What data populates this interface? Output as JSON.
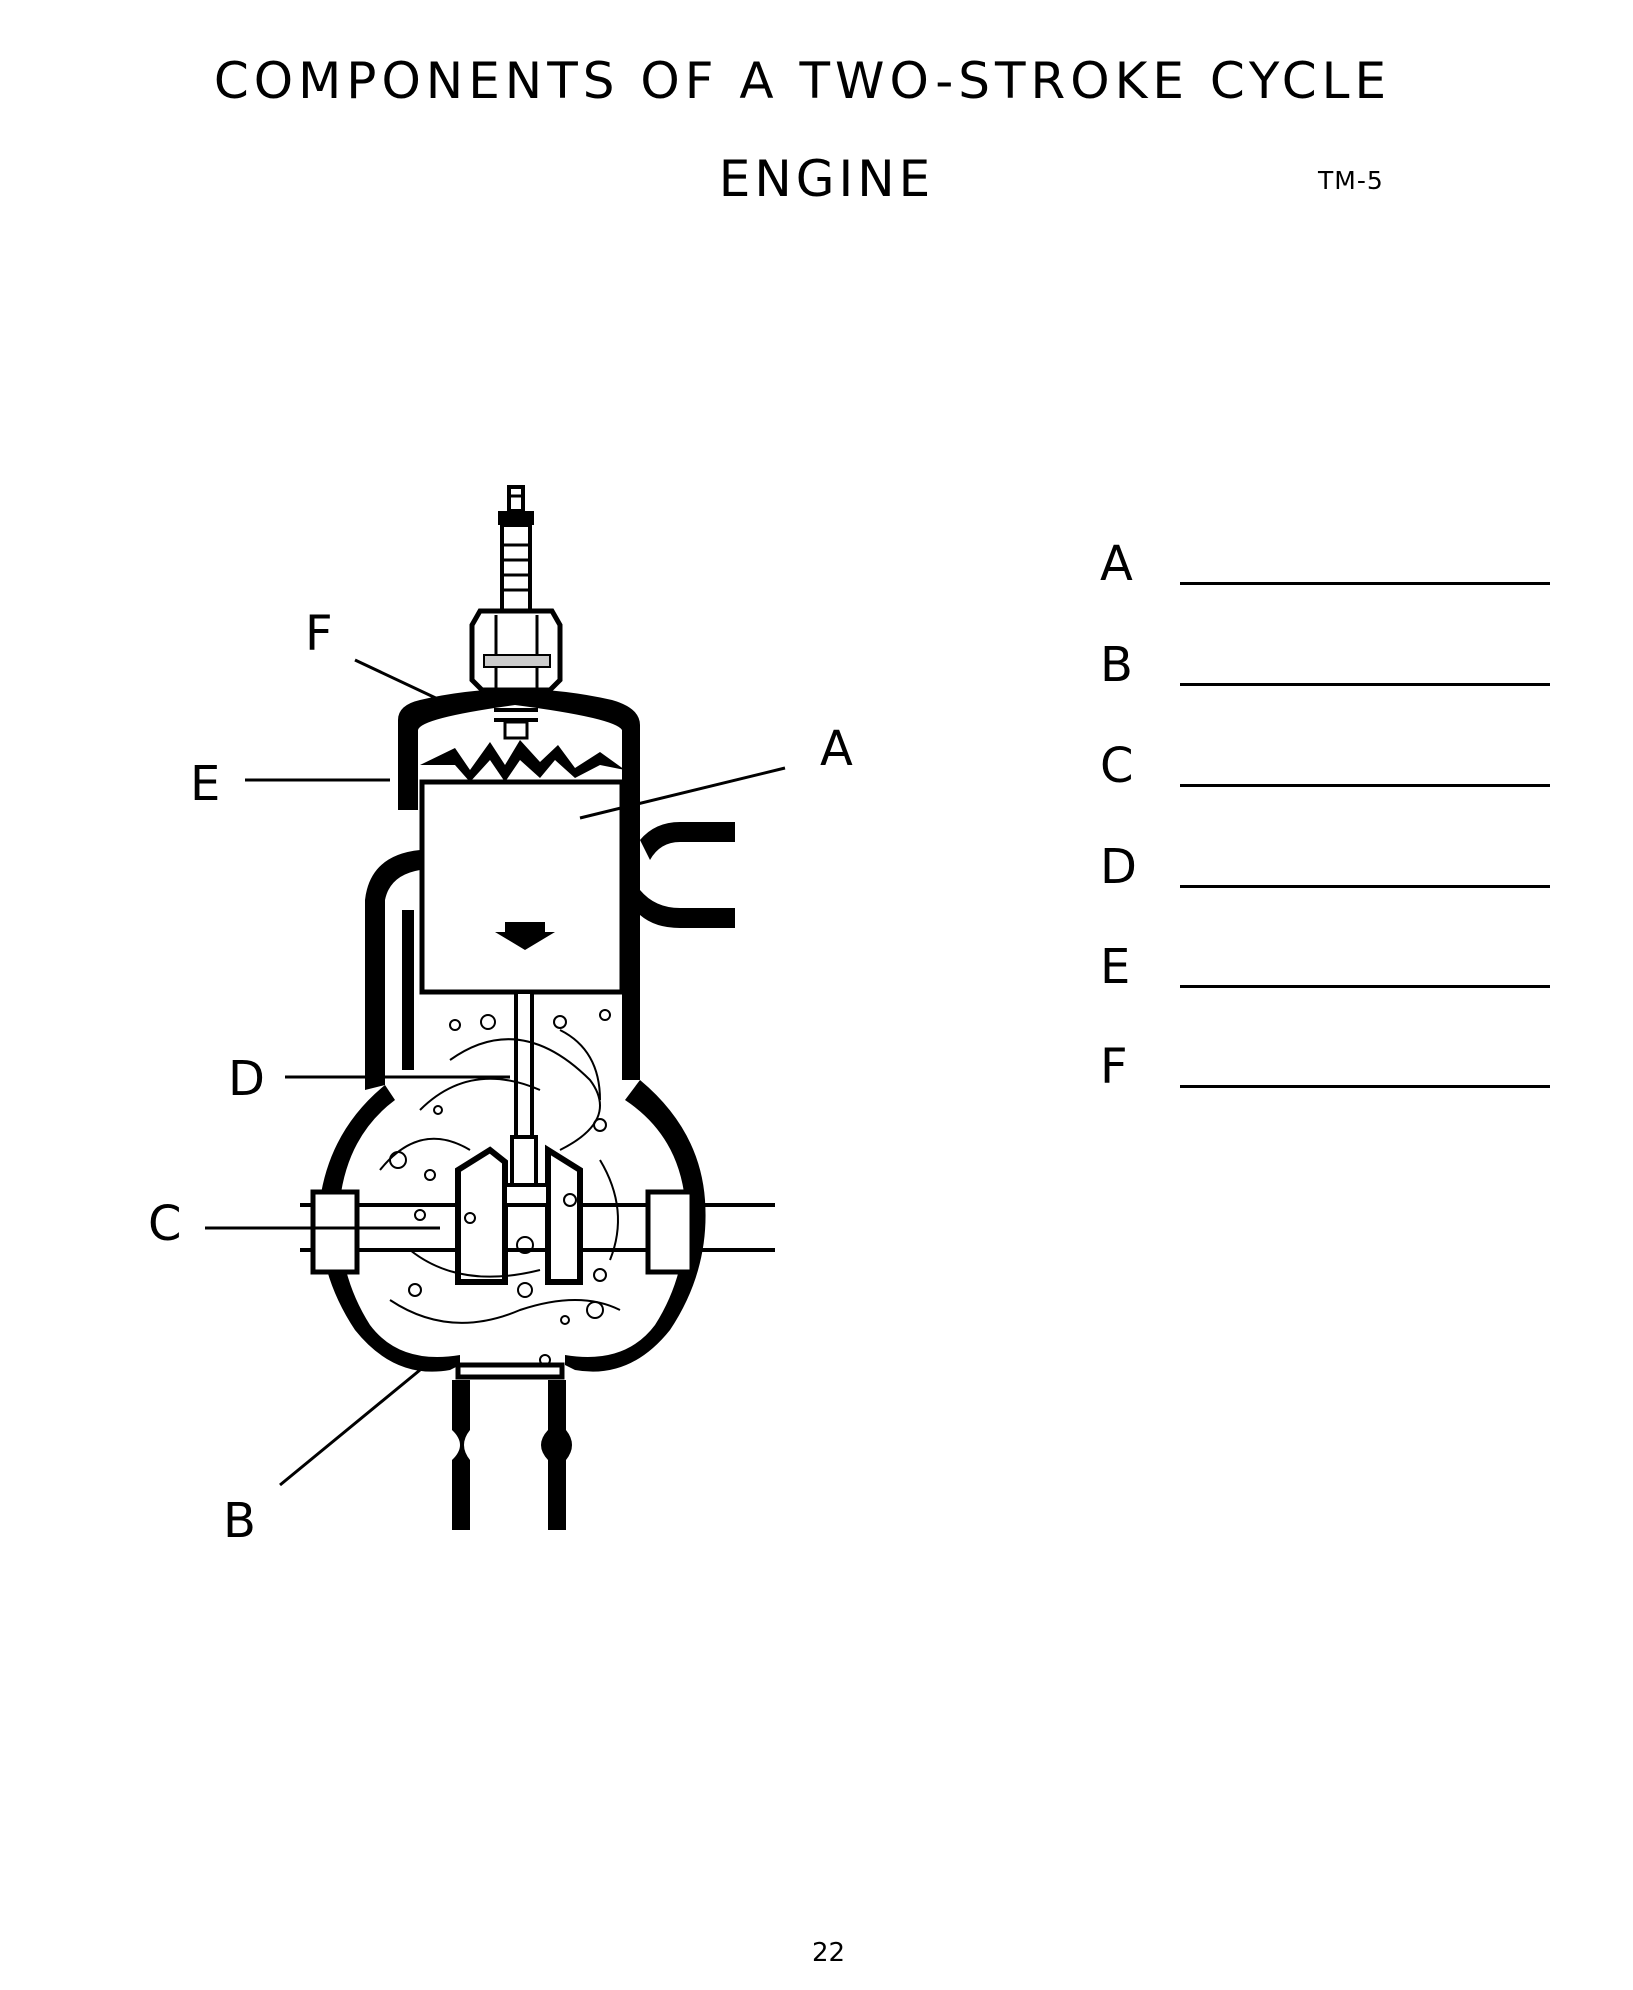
{
  "title_line1": "COMPONENTS OF A TWO-STROKE CYCLE",
  "title_line2": "ENGINE",
  "code": "TM-5",
  "page_number": "22",
  "diagram_labels": {
    "a": "A",
    "b": "B",
    "c": "C",
    "d": "D",
    "e": "E",
    "f": "F"
  },
  "answer_rows": [
    {
      "letter": "A"
    },
    {
      "letter": "B"
    },
    {
      "letter": "C"
    },
    {
      "letter": "D"
    },
    {
      "letter": "E"
    },
    {
      "letter": "F"
    }
  ]
}
